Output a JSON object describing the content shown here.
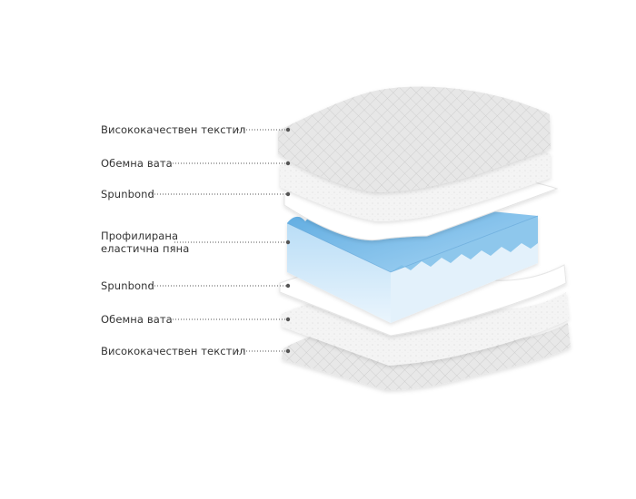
{
  "colors": {
    "text": "#333333",
    "leader": "#555555",
    "textile": "#e9e9e9",
    "wadding": "#f6f6f6",
    "spunbond": "#ffffff",
    "foam_top": "#7cbde8",
    "foam_side": "#d4ebfa"
  },
  "labels": {
    "l1": "Висококачествен текстил",
    "l2": "Обемна вата",
    "l3": "Spunbond",
    "l4_line1": "Профилирана",
    "l4_line2": "еластична пяна",
    "l5": "Spunbond",
    "l6": "Обемна вата",
    "l7": "Висококачествен текстил"
  }
}
